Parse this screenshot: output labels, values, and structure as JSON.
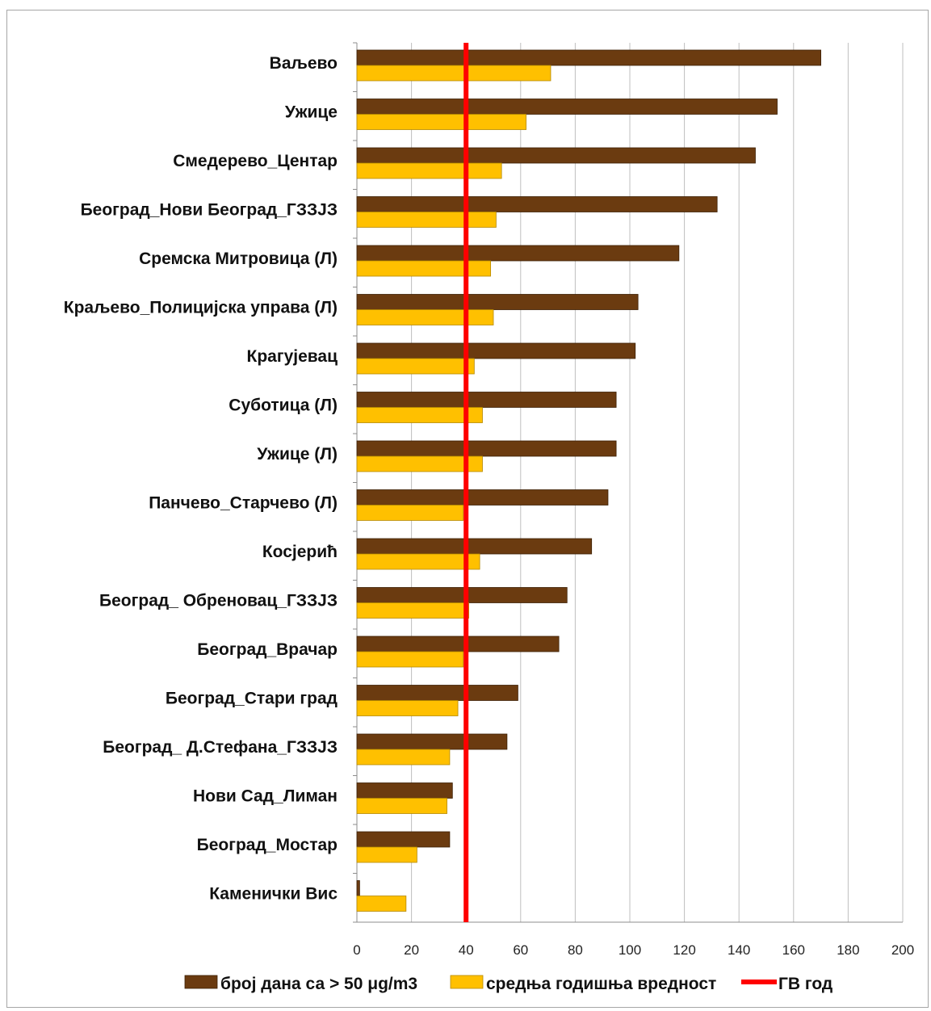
{
  "chart_data": {
    "type": "bar",
    "orientation": "horizontal",
    "categories": [
      "Ваљево",
      "Ужице",
      "Смедерево_Центар",
      "Београд_Нови Београд_ГЗЗЈЗ",
      "Сремска Митровица (Л)",
      "Краљево_Полицијска управа  (Л)",
      "Крагујевац",
      "Суботица (Л)",
      "Ужице  (Л)",
      "Панчево_Старчево (Л)",
      "Косјерић",
      "Београд_ Обреновац_ГЗЗЈЗ",
      "Београд_Врачар",
      "Београд_Стари град",
      "Београд_ Д.Стефана_ГЗЗЈЗ",
      "Нови Сад_Лиман",
      "Београд_Мостар",
      "Каменички Вис"
    ],
    "series": [
      {
        "name": "број дана са  > 50 μg/m3",
        "color": "#6b3b10",
        "values": [
          170,
          154,
          146,
          132,
          118,
          103,
          102,
          95,
          95,
          92,
          86,
          77,
          74,
          59,
          55,
          35,
          34,
          1
        ]
      },
      {
        "name": "средња годишња вредност",
        "color": "#ffc000",
        "values": [
          71,
          62,
          53,
          51,
          49,
          50,
          43,
          46,
          46,
          39,
          45,
          41,
          39,
          37,
          34,
          33,
          22,
          18
        ]
      }
    ],
    "reference_line": {
      "name": "ГВ год",
      "value": 40,
      "color": "#ff0000"
    },
    "xticks": [
      0,
      20,
      40,
      60,
      80,
      100,
      120,
      140,
      160,
      180,
      200
    ],
    "xlim": [
      0,
      200
    ],
    "grid": true,
    "legend_position": "bottom"
  }
}
